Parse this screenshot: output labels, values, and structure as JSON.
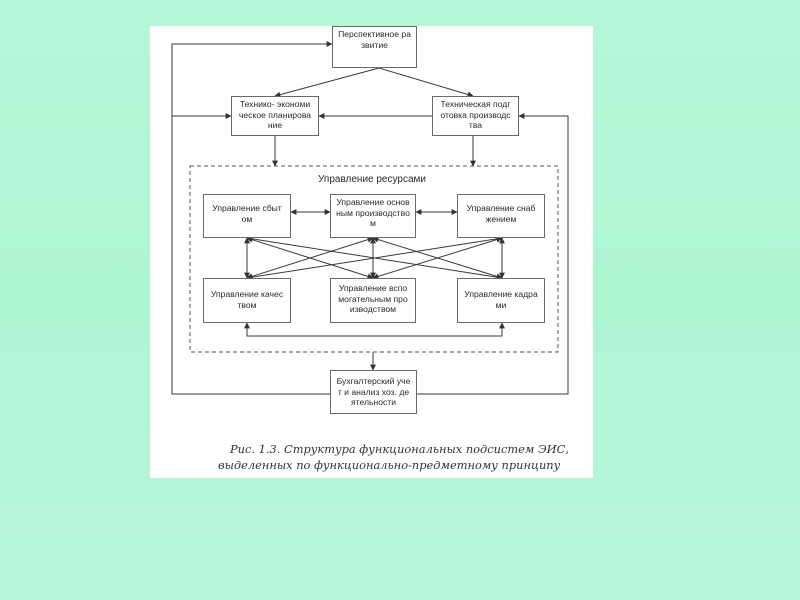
{
  "diagram": {
    "nodes": {
      "perspective": [
        "Перспективное ра",
        "звитие"
      ],
      "tech_econ": [
        "Технико- экономи",
        "ческое планирова",
        "ние"
      ],
      "tech_prep": [
        "Техническая подг",
        "отовка производс",
        "тва"
      ],
      "sales": [
        "Управление сбыт",
        "ом"
      ],
      "main_prod": [
        "Управление основ",
        "ным производство",
        "м"
      ],
      "supply": [
        "Управление снаб",
        "жением"
      ],
      "quality": [
        "Управление качес",
        "твом"
      ],
      "aux_prod": [
        "Управление вспо",
        "могательным про",
        "изводством"
      ],
      "personnel": [
        "Управление кадра",
        "ми"
      ],
      "accounting": [
        "Бухгалтерский уче",
        "т и анализ хоз. де",
        "ятельности"
      ]
    },
    "group_title": "Управление ресурсами",
    "caption": [
      "Рис. 1.3. Структура функциональных подсистем ЭИС,",
      "выделенных по функционально-предметному принципу"
    ]
  }
}
